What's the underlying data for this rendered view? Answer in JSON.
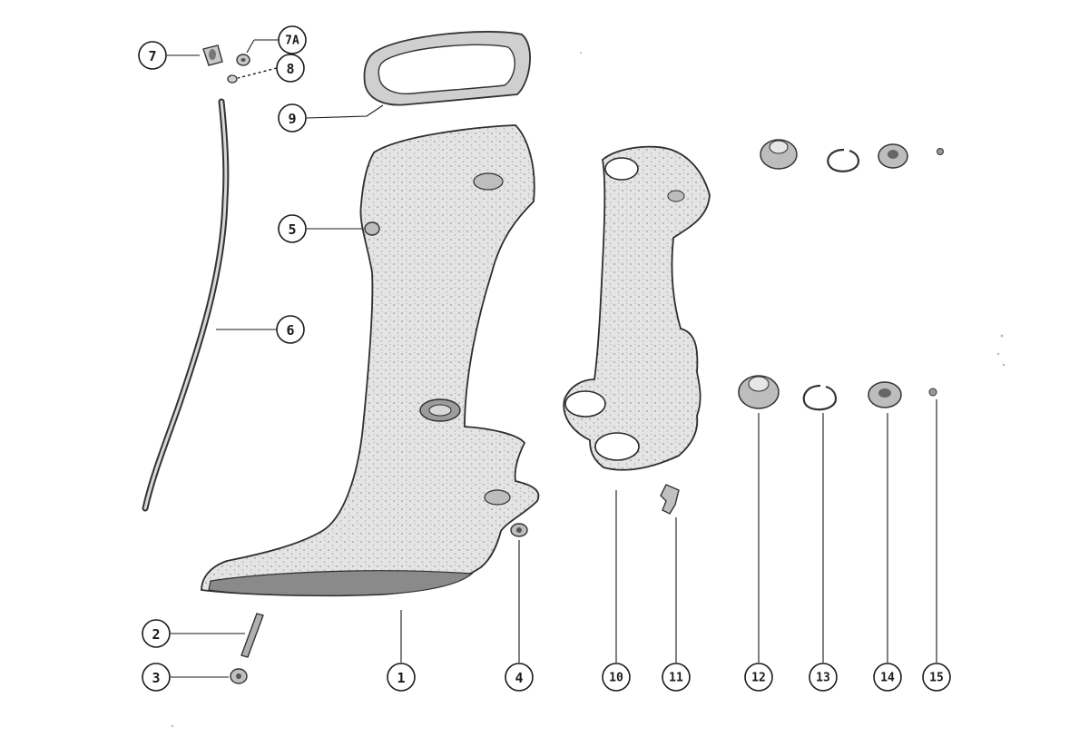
{
  "callouts": [
    "7",
    "7A",
    "8",
    "9",
    "5",
    "6",
    "2",
    "3",
    "1",
    "4",
    "10",
    "11",
    "12",
    "13",
    "14",
    "15"
  ]
}
